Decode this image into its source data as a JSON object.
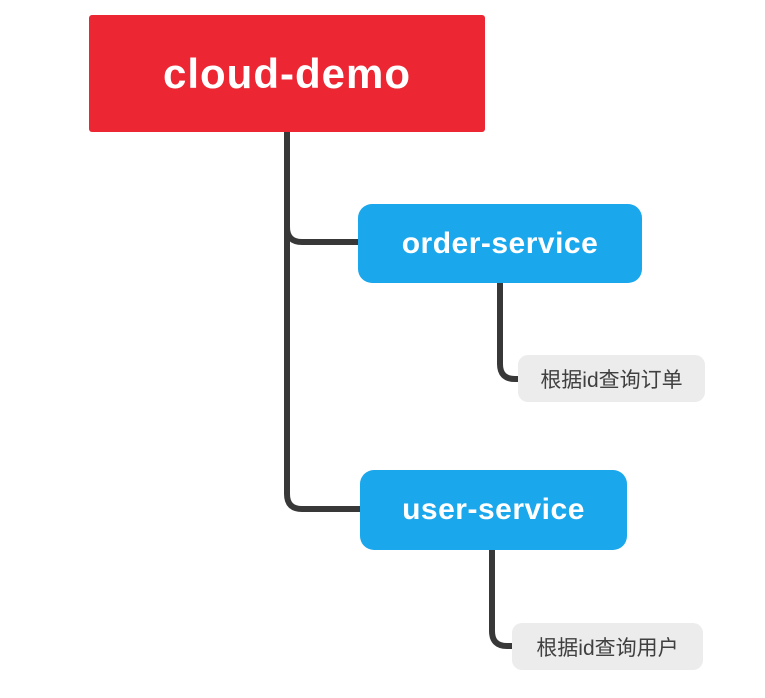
{
  "diagram": {
    "type": "mindmap-tree",
    "background": "#ffffff",
    "connector_color": "#383838",
    "root": {
      "label": "cloud-demo",
      "fill": "#ed2633",
      "text_color": "#ffffff"
    },
    "branches": [
      {
        "label": "order-service",
        "fill": "#1aa7ec",
        "text_color": "#ffffff",
        "children": [
          {
            "label": "根据id查询订单",
            "fill": "#ececec",
            "text_color": "#404040"
          }
        ]
      },
      {
        "label": "user-service",
        "fill": "#1aa7ec",
        "text_color": "#ffffff",
        "children": [
          {
            "label": "根据id查询用户",
            "fill": "#ececec",
            "text_color": "#404040"
          }
        ]
      }
    ]
  }
}
